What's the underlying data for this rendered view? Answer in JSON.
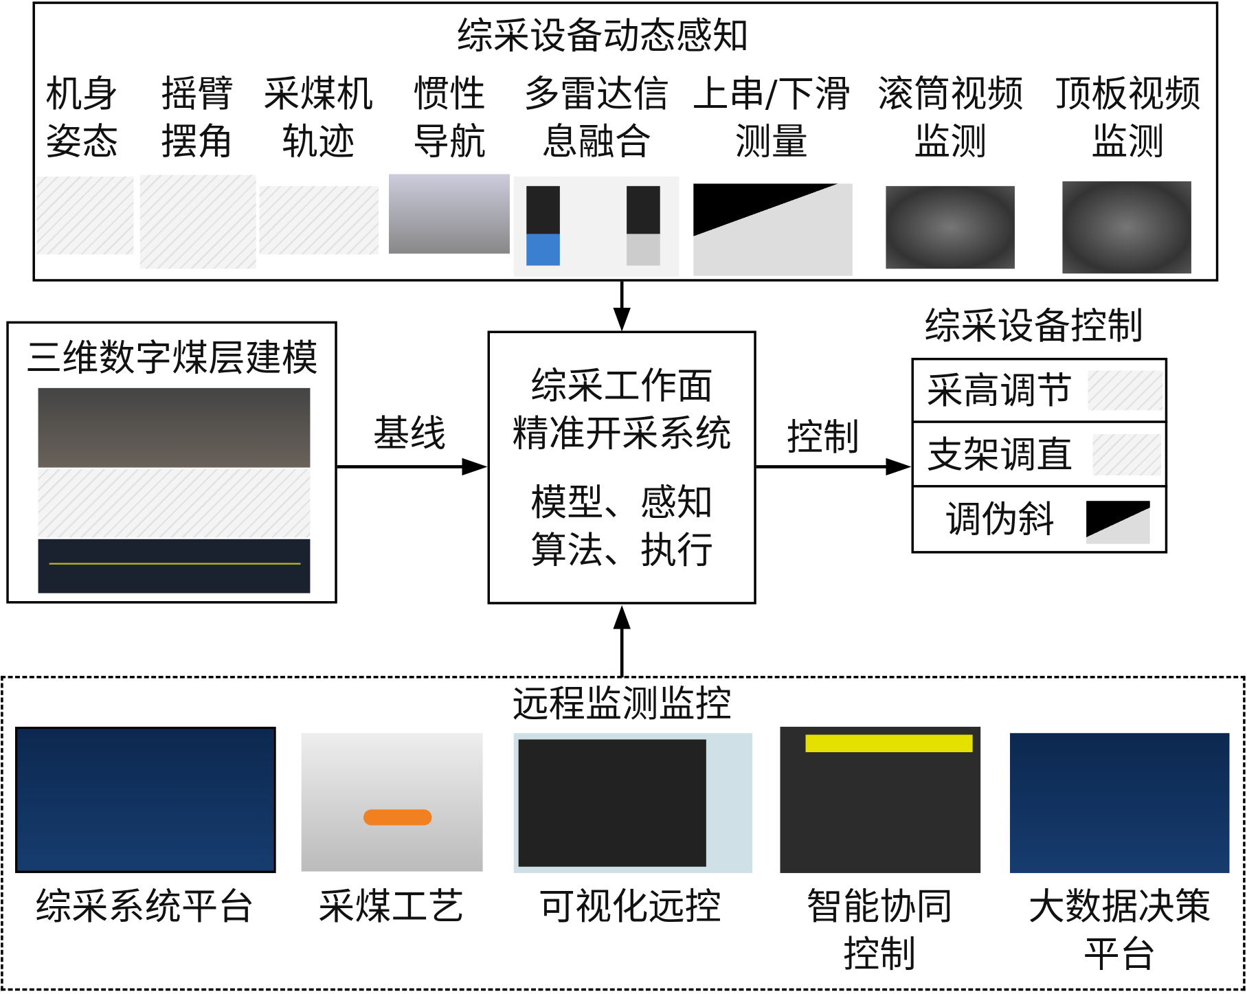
{
  "perception": {
    "title": "综采设备动态感知",
    "items": [
      {
        "line1": "机身",
        "line2": "姿态"
      },
      {
        "line1": "摇臂",
        "line2": "摆角"
      },
      {
        "line1": "采煤机",
        "line2": "轨迹"
      },
      {
        "line1": "惯性",
        "line2": "导航"
      },
      {
        "line1": "多雷达信",
        "line2": "息融合"
      },
      {
        "line1": "上串/下滑",
        "line2": "测量"
      },
      {
        "line1": "滚筒视频",
        "line2": "监测"
      },
      {
        "line1": "顶板视频",
        "line2": "监测"
      }
    ]
  },
  "modeling": {
    "title": "三维数字煤层建模"
  },
  "center": {
    "line1": "综采工作面",
    "line2": "精准开采系统",
    "line3": "模型、感知",
    "line4": "算法、执行"
  },
  "edges": {
    "baseline": "基线",
    "control": "控制"
  },
  "control": {
    "title": "综采设备控制",
    "items": [
      "采高调节",
      "支架调直",
      "调伪斜"
    ]
  },
  "remote": {
    "title": "远程监测监控",
    "items": [
      {
        "line1": "综采系统平台",
        "line2": ""
      },
      {
        "line1": "采煤工艺",
        "line2": ""
      },
      {
        "line1": "可视化远控",
        "line2": ""
      },
      {
        "line1": "智能协同",
        "line2": "控制"
      },
      {
        "line1": "大数据决策",
        "line2": "平台"
      }
    ]
  }
}
